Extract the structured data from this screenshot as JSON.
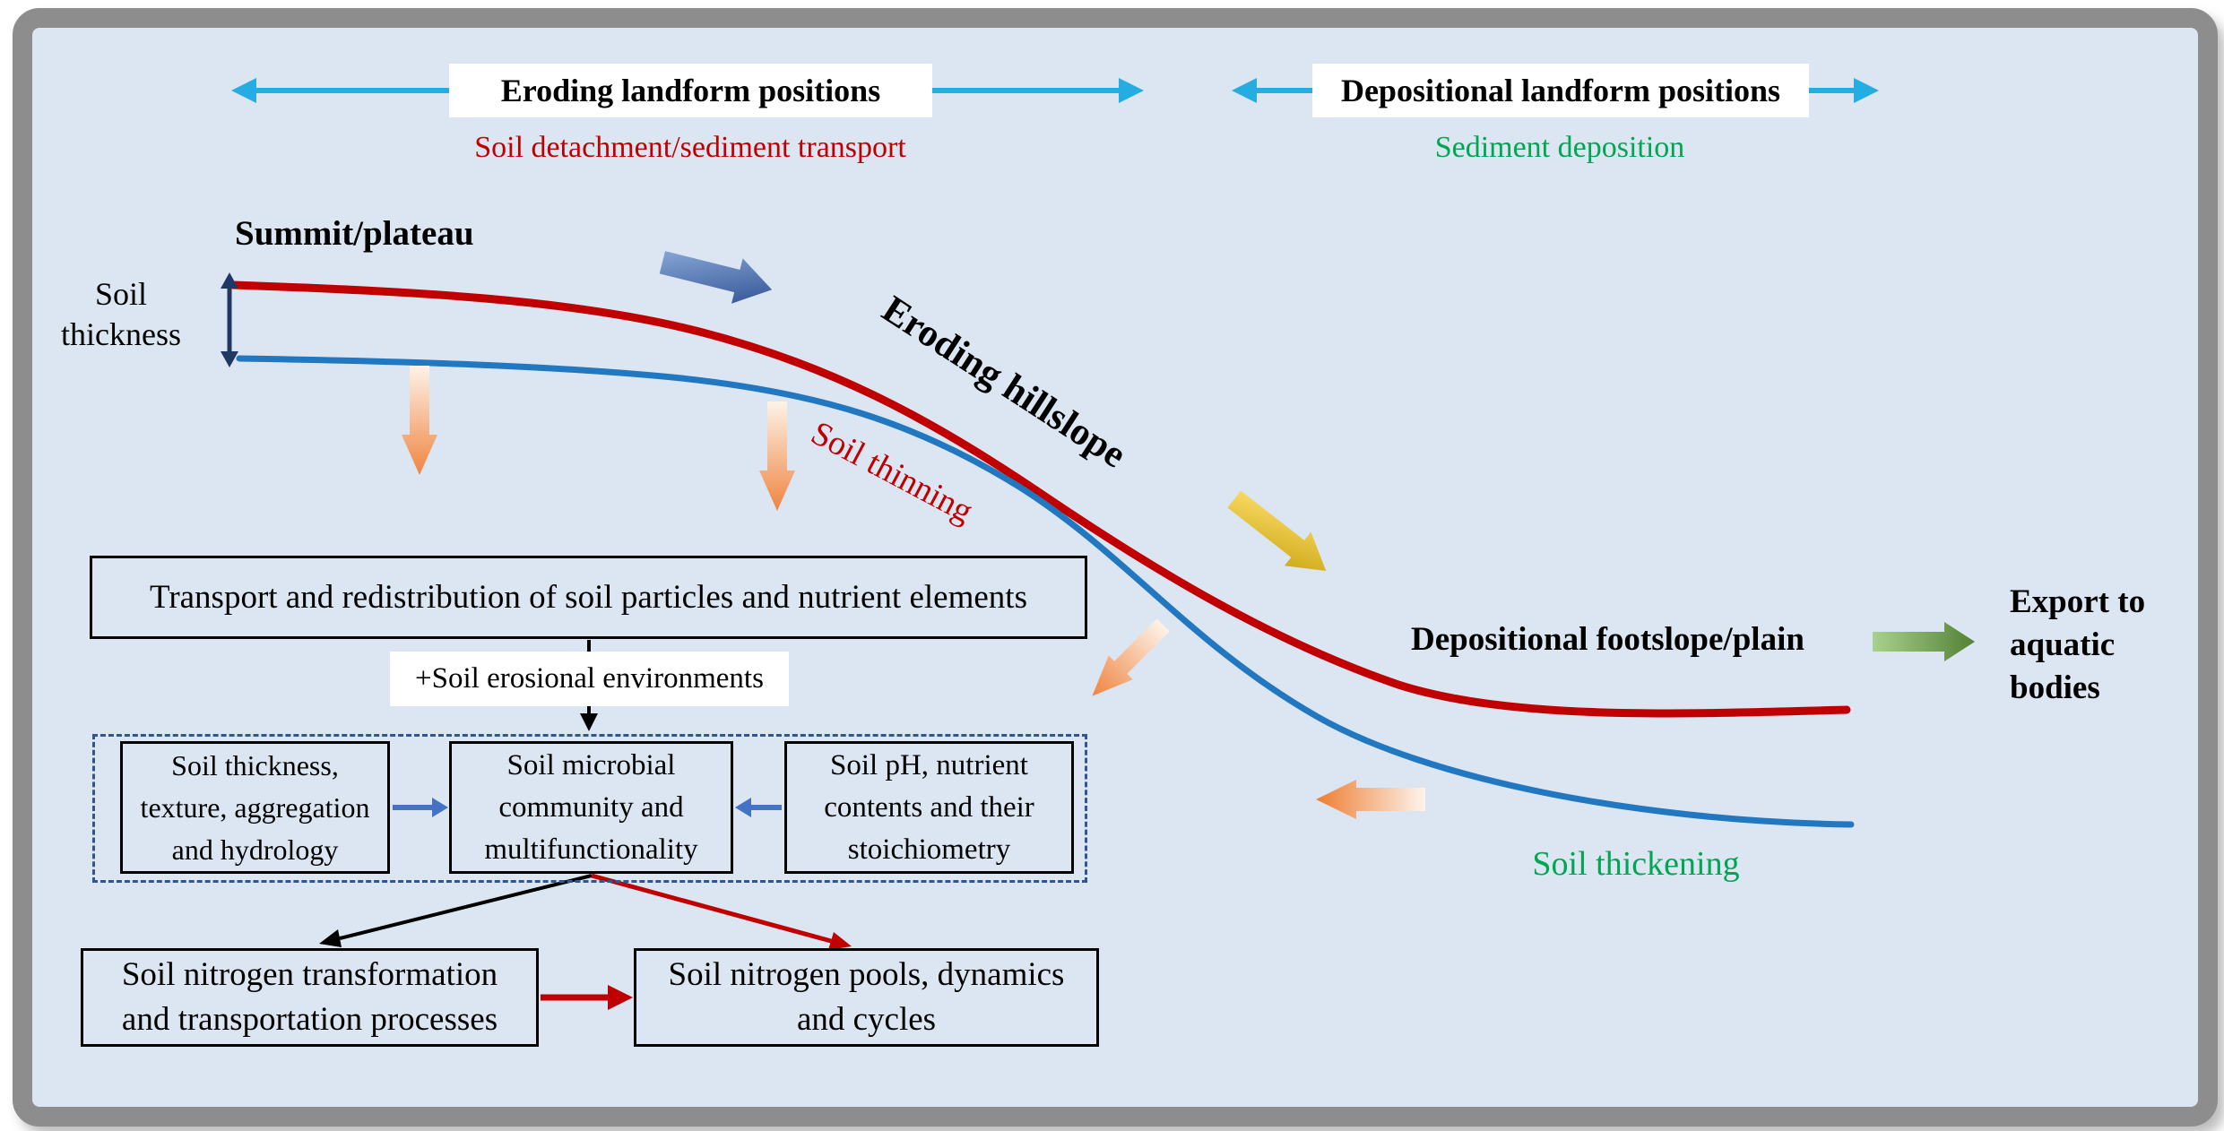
{
  "header": {
    "eroding_label": "Eroding landform positions",
    "eroding_subtitle": "Soil detachment/sediment transport",
    "depositional_label": "Depositional landform positions",
    "depositional_subtitle": "Sediment deposition"
  },
  "hillslope": {
    "summit_label": "Summit/plateau",
    "soil_thickness_label": "Soil\nthickness",
    "eroding_hillslope_label": "Eroding hillslope",
    "soil_thinning_label": "Soil thinning",
    "soil_thickening_label": "Soil thickening",
    "footslope_label": "Depositional footslope/plain",
    "export_label": "Export to\naquatic\nbodies"
  },
  "flow": {
    "transport_box": "Transport and redistribution of soil particles and nutrient elements",
    "erosional_env_label": "+Soil erosional environments",
    "factor_boxes": [
      {
        "text": "Soil thickness,\ntexture, aggregation\nand hydrology"
      },
      {
        "text": "Soil microbial\ncommunity and\nmultifunctionality"
      },
      {
        "text": "Soil pH, nutrient\ncontents and their\nstoichiometry"
      }
    ],
    "nitrogen_boxes": [
      {
        "text": "Soil nitrogen transformation\nand transportation processes"
      },
      {
        "text": "Soil nitrogen pools, dynamics\nand cycles"
      }
    ]
  },
  "colors": {
    "panel_background": "#dbe6f2",
    "frame_gray": "#8d8d8d",
    "cyan_arrow": "#25ace3",
    "dark_red": "#c00000",
    "green_text": "#00a651",
    "blue_curve": "#2177c0",
    "navy_arrow": "#1f3864",
    "dashed_border_blue": "#2f5597",
    "link_arrow_blue": "#4472c4",
    "orange_arrow": "#ed7d31",
    "gold_arrow": "#d9a514",
    "green_arrow": "#538135"
  }
}
